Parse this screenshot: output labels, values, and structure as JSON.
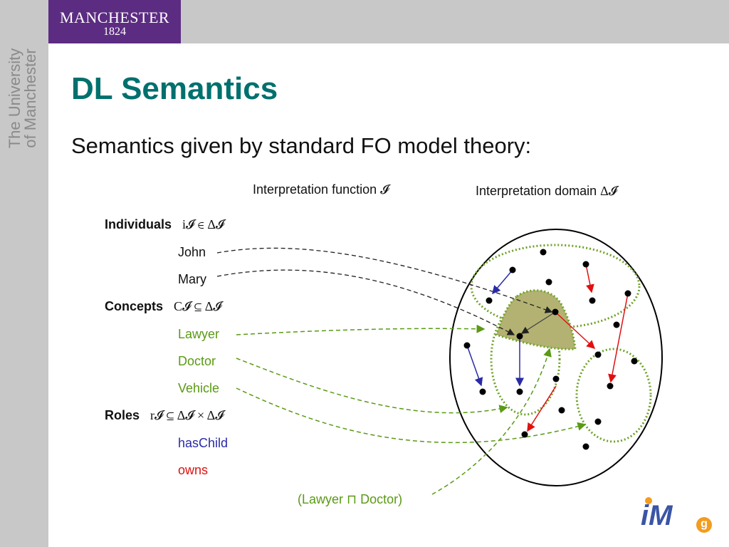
{
  "logo": {
    "name": "MANCHESTER",
    "year": "1824"
  },
  "sidebar": {
    "line1": "The University",
    "line2": "of Manchester"
  },
  "slide": {
    "title": "DL Semantics",
    "subtitle": "Semantics given by standard FO model theory:"
  },
  "labels": {
    "interp_function": "Interpretation function",
    "interp_domain": "Interpretation domain",
    "script_i": "𝓘",
    "delta_i": "Δ𝓘"
  },
  "sections": {
    "individuals": {
      "heading": "Individuals",
      "formula": "i𝓘 ∈ Δ𝓘",
      "items": [
        "John",
        "Mary"
      ]
    },
    "concepts": {
      "heading": "Concepts",
      "formula": "C𝓘 ⊆ Δ𝓘",
      "items": [
        "Lawyer",
        "Doctor",
        "Vehicle"
      ]
    },
    "roles": {
      "heading": "Roles",
      "formula": "r𝓘 ⊆ Δ𝓘 × Δ𝓘",
      "items": [
        "hasChild",
        "owns"
      ]
    }
  },
  "intersection_label": "(Lawyer ⊓ Doctor)",
  "footer_logo": {
    "text": "iM",
    "badge": "g"
  },
  "colors": {
    "title": "#00706e",
    "concept": "#5a9a14",
    "haschild": "#2a2aa8",
    "owns": "#e01010",
    "brand": "#5c2c82",
    "intersection_fill": "#b3b272"
  }
}
